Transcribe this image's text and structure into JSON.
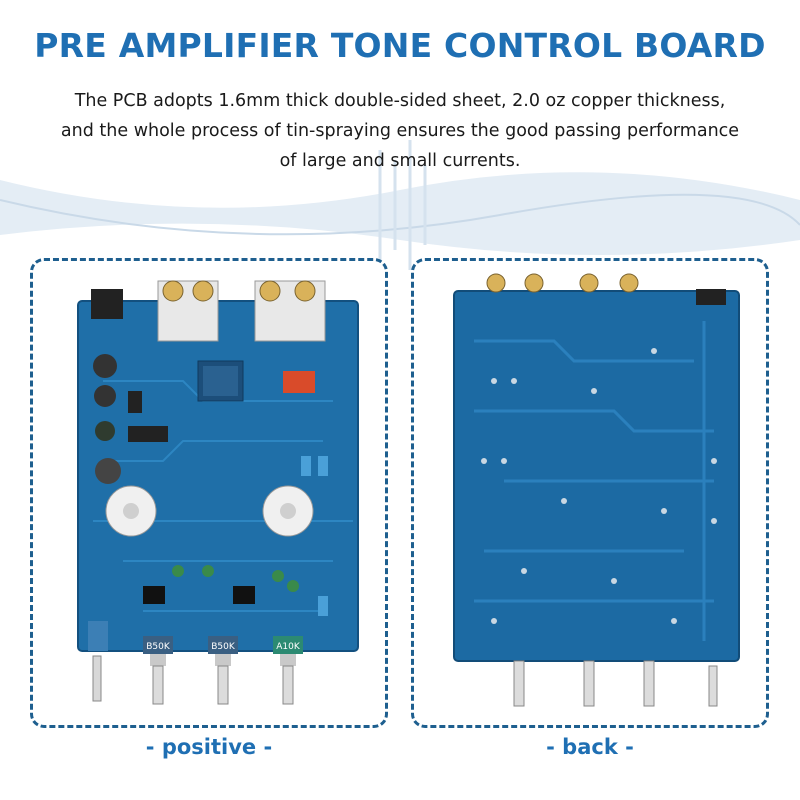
{
  "header": {
    "title": "PRE AMPLIFIER TONE CONTROL BOARD",
    "description": "The PCB adopts 1.6mm thick double-sided sheet, 2.0 oz copper thickness, and the whole process of tin-spraying ensures the good passing performance of large and small currents."
  },
  "panels": {
    "front": {
      "caption": "- positive -",
      "pot_labels": [
        "B50K",
        "B50K",
        "A10K"
      ]
    },
    "back": {
      "caption": "- back -"
    }
  },
  "colors": {
    "accent": "#1f6fb3",
    "border": "#1e5f8f",
    "pcb": "#1f6fa8",
    "pcb_dark": "#155a8e"
  }
}
